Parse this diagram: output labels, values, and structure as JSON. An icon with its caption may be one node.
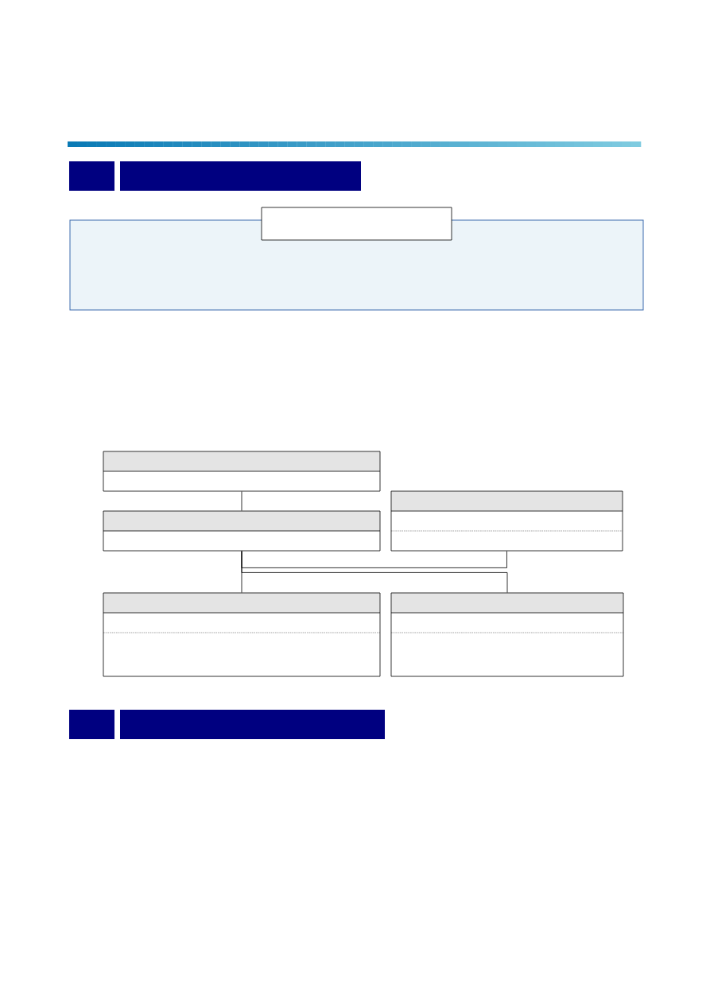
{
  "diagram": {
    "nodes": [
      {
        "text": [],
        "shape": "box"
      },
      {
        "text": [],
        "shape": "box"
      },
      {
        "text": [],
        "shape": "box"
      },
      {
        "text": [],
        "shape": "box"
      },
      {
        "text": [],
        "shape": "box"
      }
    ],
    "edges": [
      {
        "from": 0,
        "to": 1,
        "arrow": "none"
      },
      {
        "from": 1,
        "to": 2,
        "arrow": "none"
      },
      {
        "from": 1,
        "to": 3,
        "arrow": "none"
      },
      {
        "from": 1,
        "to": 4,
        "arrow": "none"
      }
    ]
  }
}
